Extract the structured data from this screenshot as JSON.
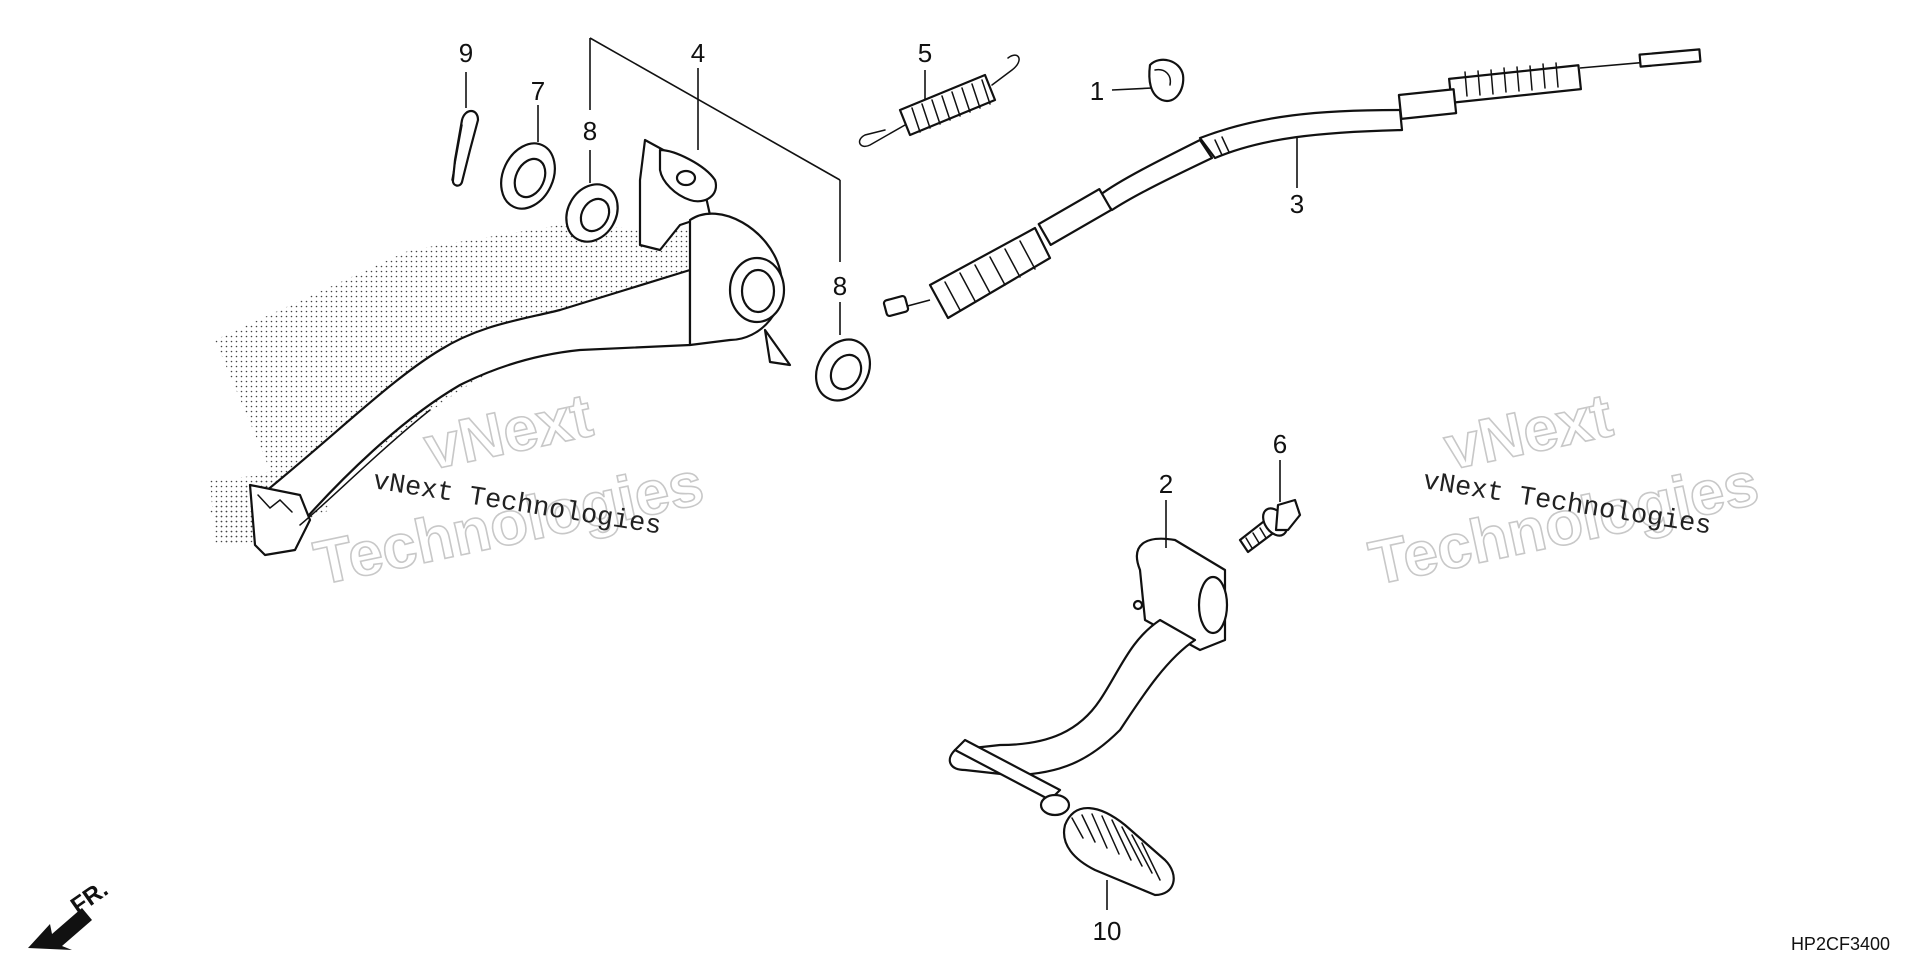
{
  "diagram": {
    "callouts": [
      "1",
      "2",
      "3",
      "4",
      "5",
      "6",
      "7",
      "8",
      "8",
      "9",
      "10"
    ],
    "diagram_code": "HP2CF3400",
    "direction_label": "FR.",
    "watermark": {
      "line1": "vNext",
      "line2": "Technologies",
      "small": "vNext Technologies"
    }
  }
}
